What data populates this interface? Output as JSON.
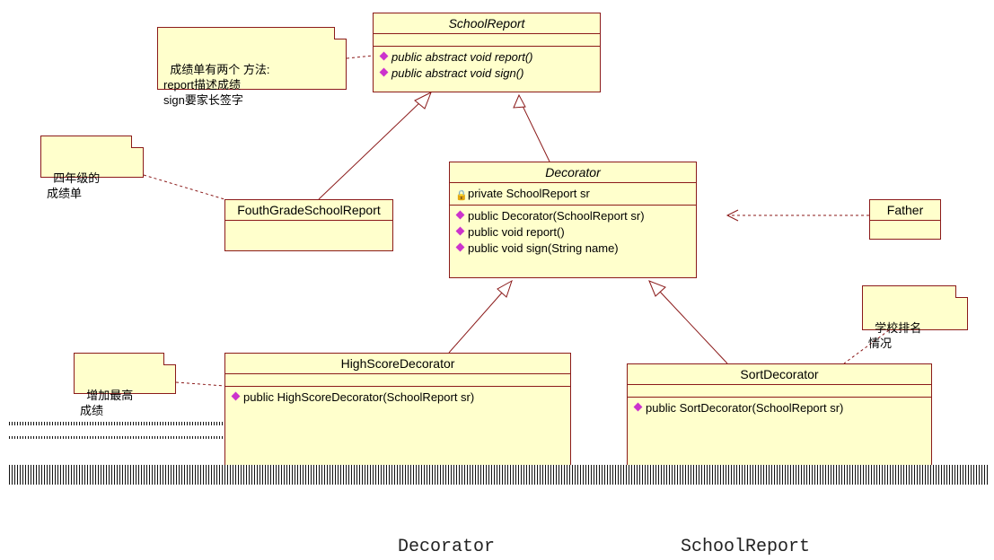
{
  "classes": {
    "school_report": {
      "name": "SchoolReport",
      "ops": [
        "public abstract void report()",
        "public abstract void sign()"
      ]
    },
    "decorator": {
      "name": "Decorator",
      "attr": "private SchoolReport sr",
      "ops": [
        "public Decorator(SchoolReport sr)",
        "public void report()",
        "public void sign(String name)"
      ]
    },
    "fourth_grade": {
      "name": "FouthGradeSchoolReport"
    },
    "father": {
      "name": "Father"
    },
    "high_score": {
      "name": "HighScoreDecorator",
      "ops": [
        "public HighScoreDecorator(SchoolReport sr)"
      ]
    },
    "sort": {
      "name": "SortDecorator",
      "ops": [
        "public SortDecorator(SchoolReport sr)"
      ]
    }
  },
  "notes": {
    "school_report_note": "成绩单有两个 方法:\nreport描述成绩\nsign要家长签字",
    "fourth_grade_note": "四年级的\n成绩单",
    "high_score_note": "增加最高\n成绩",
    "sort_note": "学校排名\n情况"
  },
  "captions": {
    "left": "Decorator",
    "right": "SchoolReport"
  },
  "colors": {
    "class_fill": "#ffffcc",
    "border": "#8b1a1a",
    "op_marker": "#cc33cc"
  }
}
